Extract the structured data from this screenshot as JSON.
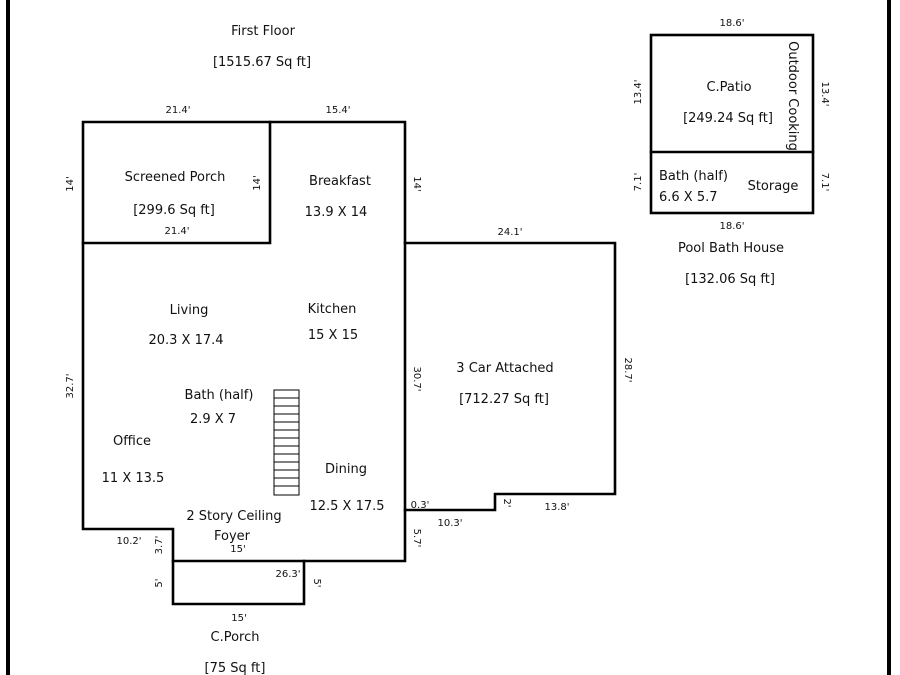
{
  "title": "First Floor",
  "title_area": "[1515.67 Sq ft]",
  "rooms": {
    "screened_porch": {
      "name": "Screened Porch",
      "area": "[299.6 Sq ft]"
    },
    "breakfast": {
      "name": "Breakfast",
      "size": "13.9 X 14"
    },
    "living": {
      "name": "Living",
      "size": "20.3 X 17.4"
    },
    "kitchen": {
      "name": "Kitchen",
      "size": "15 X 15"
    },
    "bath_half": {
      "name": "Bath (half)",
      "size": "2.9 X 7"
    },
    "office": {
      "name": "Office",
      "size": "11 X 13.5"
    },
    "dining": {
      "name": "Dining",
      "size": "12.5 X 17.5"
    },
    "foyer": {
      "name": "2 Story Ceiling",
      "name2": "Foyer"
    },
    "garage": {
      "name": "3 Car Attached",
      "area": "[712.27 Sq ft]"
    },
    "c_porch": {
      "name": "C.Porch",
      "area": "[75 Sq ft]"
    },
    "c_patio": {
      "name": "C.Patio",
      "area": "[249.24 Sq ft]"
    },
    "outdoor_cooking": {
      "name": "Outdoor Cooking"
    },
    "pool_bath": {
      "name": "Bath (half)",
      "size": "6.6 X 5.7"
    },
    "storage": {
      "name": "Storage"
    },
    "pool_bath_house": {
      "name": "Pool Bath House",
      "area": "[132.06 Sq ft]"
    }
  },
  "dims": {
    "top_left": "21.4'",
    "top_right": "15.4'",
    "porch_bottom": "21.4'",
    "left_porch": "14'",
    "porch_right": "14'",
    "breakfast_right": "14'",
    "garage_top": "24.1'",
    "garage_right": "28.7'",
    "garage_left": "30.7'",
    "left_main": "32.7'",
    "step_a": "0.3'",
    "step_b": "10.3'",
    "step_c": "2'",
    "garage_bottom": "13.8'",
    "house_right_lower": "5.7'",
    "bottom_left": "10.2'",
    "notch": "3.7'",
    "foyer_bottom": "15'",
    "porch_left": "5'",
    "porch_width": "26.3'",
    "porch_right_side": "5'",
    "porch_bottom_w": "15'",
    "patio_top": "18.6'",
    "patio_left": "13.4'",
    "patio_right": "13.4'",
    "bath_left": "7.1'",
    "bath_right": "7.1'",
    "bathhouse_bottom": "18.6'"
  }
}
